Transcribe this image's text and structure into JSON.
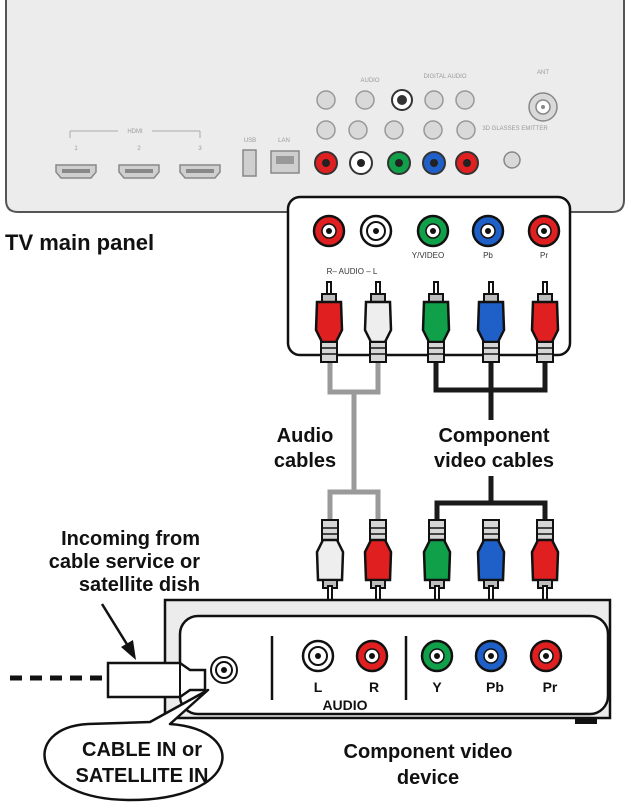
{
  "tv": {
    "panel_label": "TV main panel",
    "hdmi_group_label": "HDMI",
    "hdmi_ports": [
      "1",
      "2",
      "3"
    ],
    "usb_label": "USB",
    "lan_label": "LAN",
    "ant_label": "ANT",
    "top_labels": [
      "AUDIO",
      "DIGITAL AUDIO"
    ],
    "glasses_label": "3D GLASSES EMITTER"
  },
  "tv_inset": {
    "audio_label": "R– AUDIO – L",
    "y_label": "Y/VIDEO",
    "pb_label": "Pb",
    "pr_label": "Pr"
  },
  "cables": {
    "audio_label": [
      "Audio",
      "cables"
    ],
    "video_label": [
      "Component",
      "video cables"
    ]
  },
  "incoming": {
    "label": [
      "Incoming from",
      "cable service or",
      "satellite dish"
    ],
    "bubble": [
      "CABLE IN or",
      "SATELLITE IN"
    ]
  },
  "device": {
    "label": [
      "Component video",
      "device"
    ],
    "jacks": {
      "l": "L",
      "r": "R",
      "audio": "AUDIO",
      "y": "Y",
      "pb": "Pb",
      "pr": "Pr"
    }
  },
  "colors": {
    "red": "#e02020",
    "white": "#ffffff",
    "green": "#11a04a",
    "blue": "#1f5fc8",
    "audio_cable": "#9a9a9a",
    "video_cable": "#1a1a1a",
    "panel_gray": "#ececec"
  }
}
